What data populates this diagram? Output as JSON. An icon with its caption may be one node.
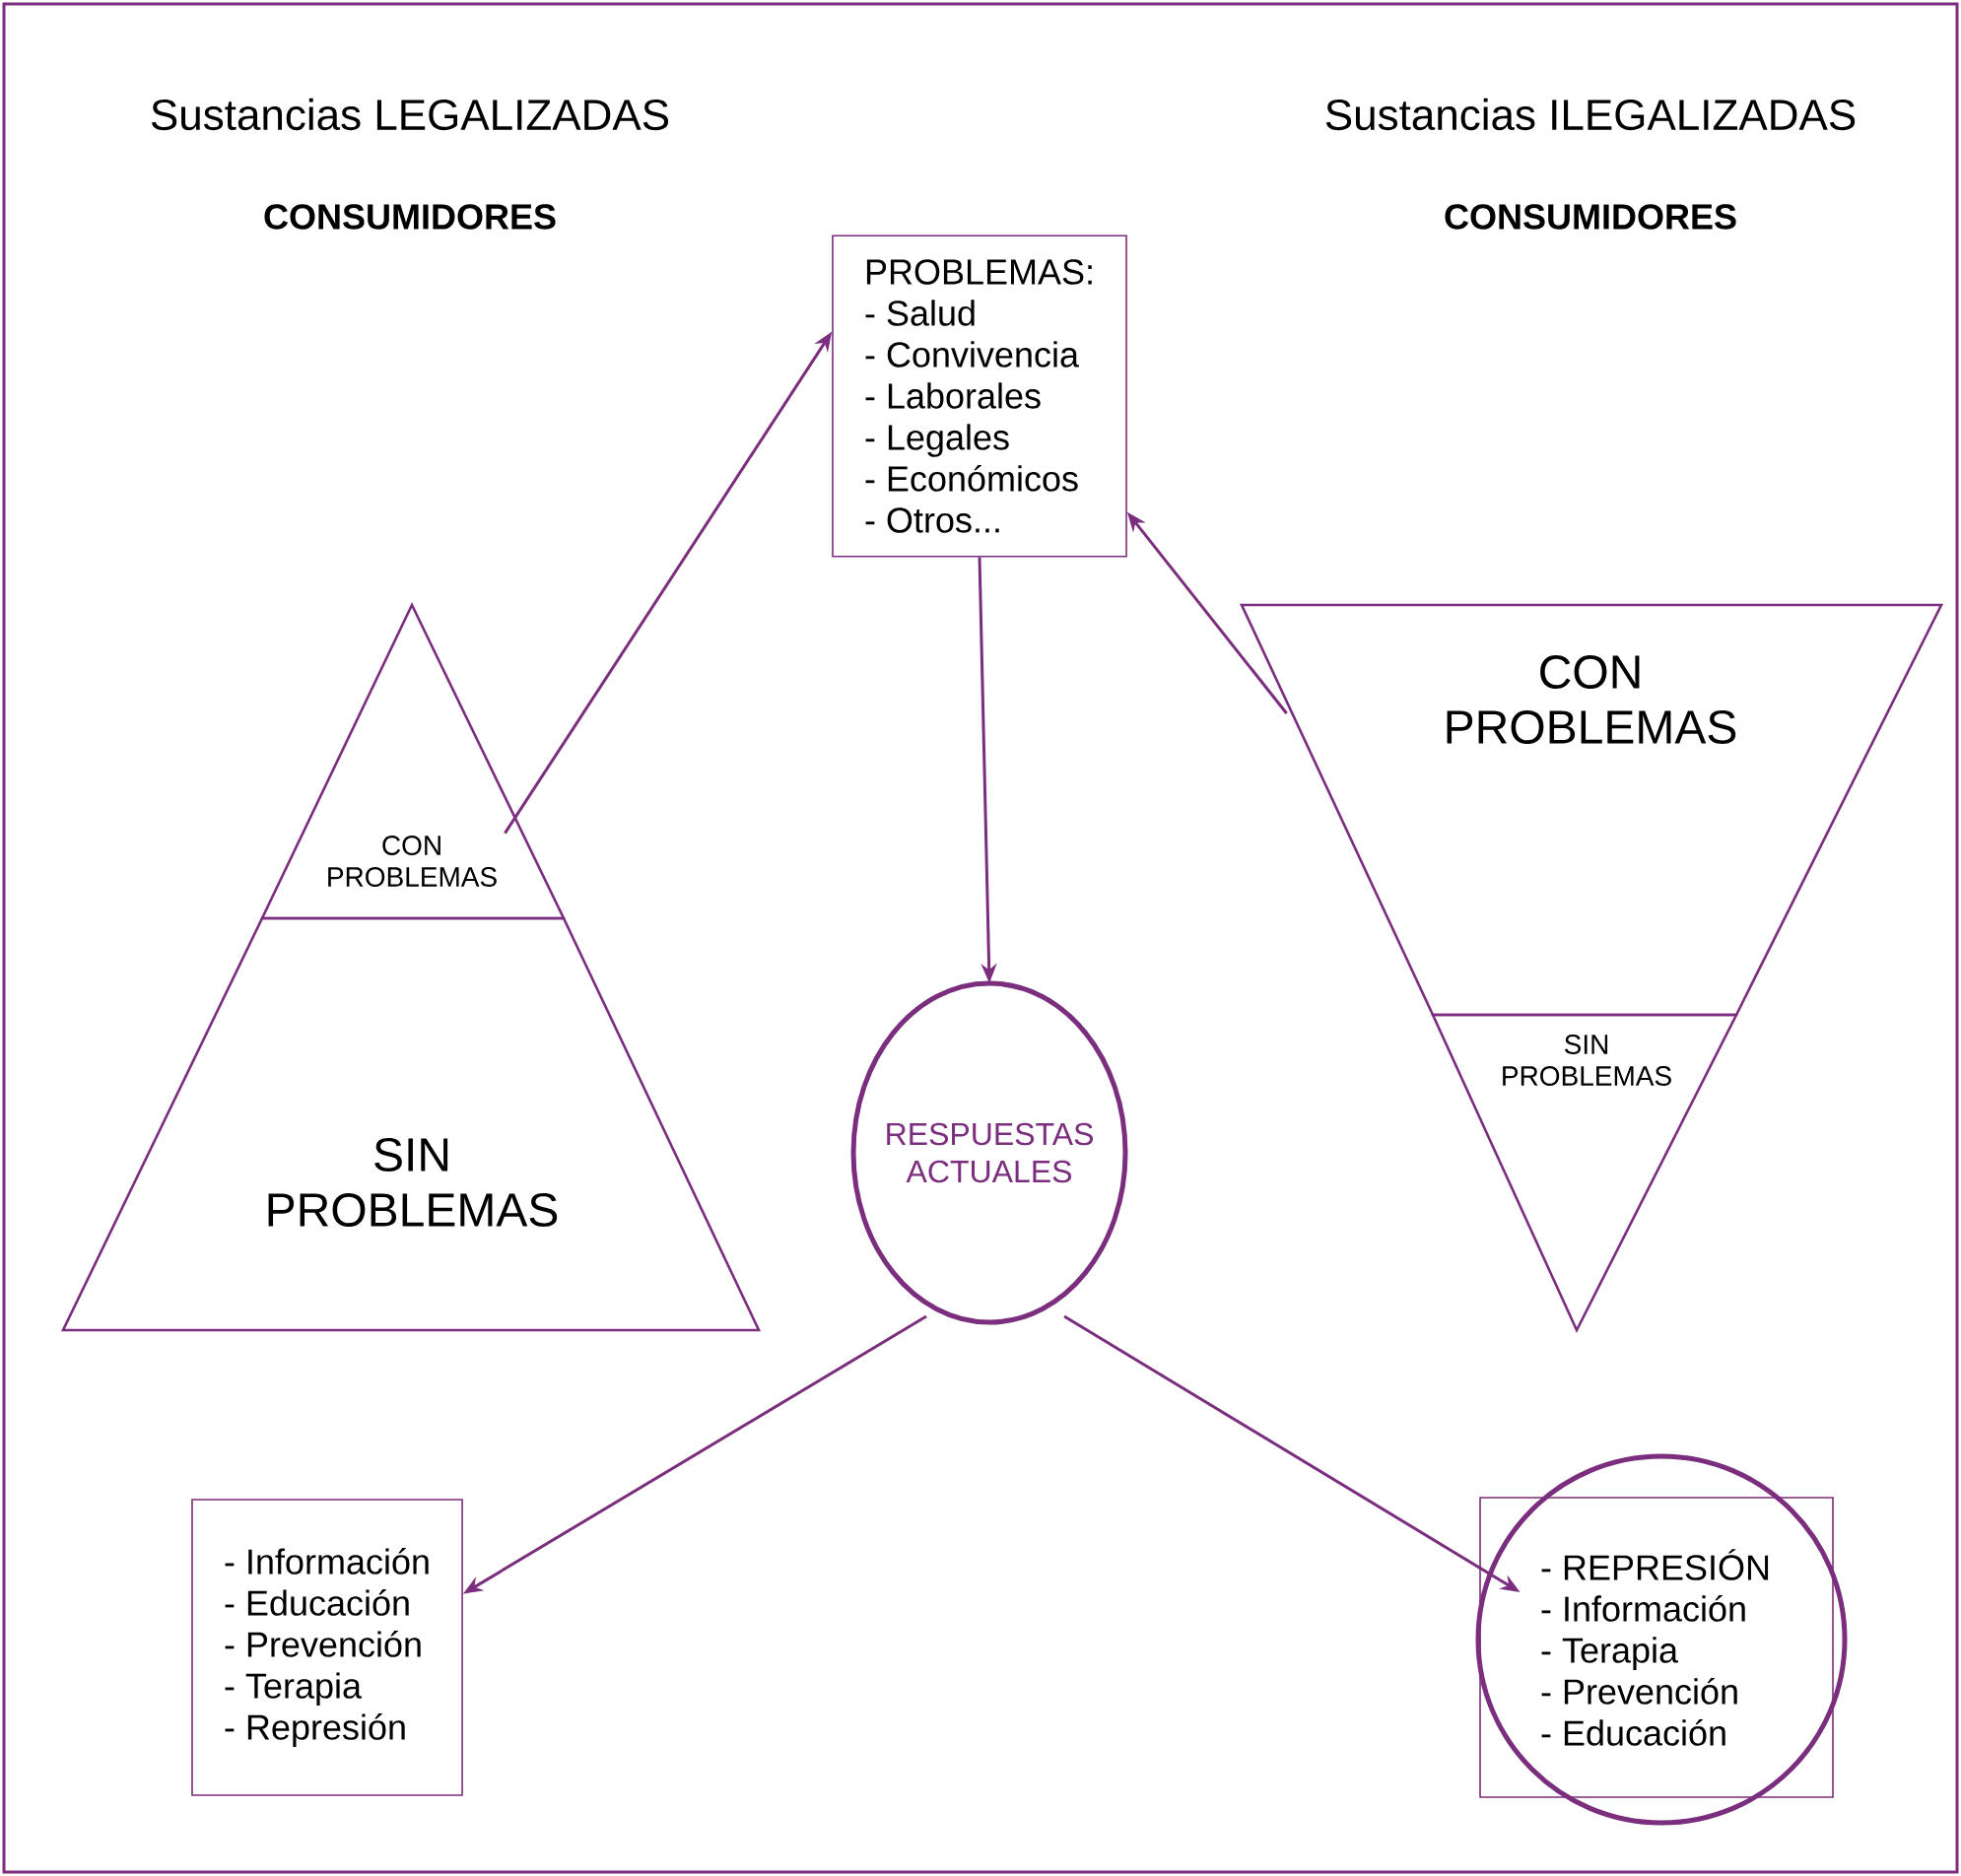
{
  "diagram": {
    "nodes": [
      {
        "text": [
          "CON PROBLEMAS"
        ]
      },
      {
        "text": [
          "SIN PROBLEMAS"
        ]
      },
      {
        "text": [
          "PROBLEMAS:",
          "- Salud",
          "- Convivencia",
          "- Laborales",
          "- Legales",
          "- Económicos",
          "- Otros..."
        ]
      },
      {
        "text": [
          "CON PROBLEMAS"
        ]
      },
      {
        "text": [
          "SIN PROBLEMAS"
        ]
      },
      {
        "text": [
          "RESPUESTAS ACTUALES"
        ]
      },
      {
        "text": [
          "- Información",
          "- Educación",
          "- Prevención",
          "- Terapia",
          "- Represión"
        ]
      },
      {
        "text": [
          "- REPRESIÓN",
          "- Información",
          "- Terapia",
          "- Prevención",
          "- Educación"
        ]
      }
    ],
    "edges": [
      {
        "from": 0,
        "to": 2,
        "arrow": "to"
      },
      {
        "from": 3,
        "to": 2,
        "arrow": "to"
      },
      {
        "from": 2,
        "to": 5,
        "arrow": "to"
      },
      {
        "from": 5,
        "to": 6,
        "arrow": "to"
      },
      {
        "from": 5,
        "to": 7,
        "arrow": "to"
      }
    ],
    "labels": [
      "Sustancias LEGALIZADAS",
      "Sustancias ILEGALIZADAS",
      "CONSUMIDORES",
      "CONSUMIDORES"
    ]
  }
}
